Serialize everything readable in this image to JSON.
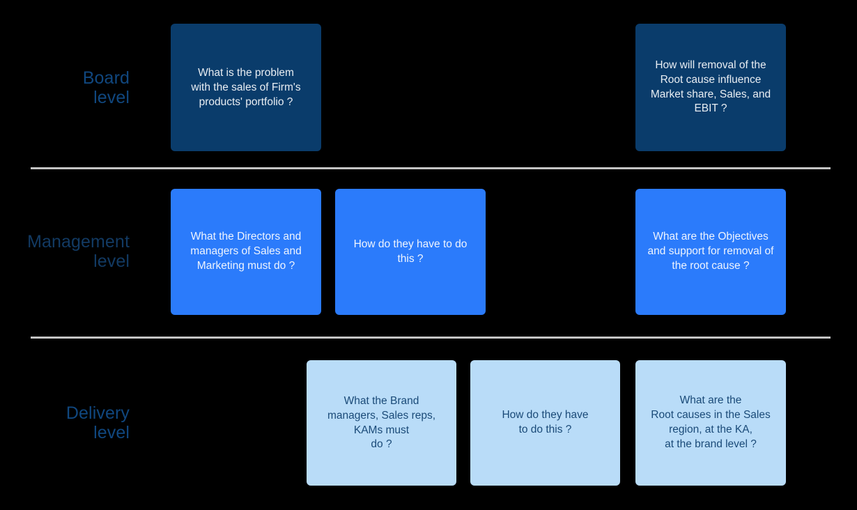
{
  "diagram": {
    "background_color": "#000000",
    "divider_color": "#c4c4c4",
    "bands": [
      {
        "id": "board",
        "label": "Board\nlevel",
        "label_color": "#10477f",
        "card_color": "#0a3c6b",
        "card_text_color": "#e9eef3"
      },
      {
        "id": "management",
        "label": "Management\nlevel",
        "label_color": "#123a63",
        "card_color": "#2b7bfb",
        "card_text_color": "#eef4fe"
      },
      {
        "id": "delivery",
        "label": "Delivery\nlevel",
        "label_color": "#10477f",
        "card_color": "#b9dcf8",
        "card_text_color": "#1a4a78"
      }
    ],
    "cards": {
      "board_what": "What is the problem\nwith the sales of Firm's\nproducts' portfolio ?",
      "board_impact": "How will removal of the\nRoot cause influence\nMarket share, Sales, and\nEBIT ?",
      "management_what": "What the Directors and\nmanagers of Sales and\nMarketing must do ?",
      "management_how": "How do they have to do\nthis ?",
      "management_objectives": "What are the Objectives\nand support for removal of\nthe root cause ?",
      "delivery_what": "What the Brand\nmanagers, Sales reps,\nKAMs must\ndo ?",
      "delivery_how": "How do they have\nto do this ?",
      "delivery_rootcause": "What are the\nRoot causes in the Sales\nregion, at the KA,\nat the brand level ?"
    }
  }
}
